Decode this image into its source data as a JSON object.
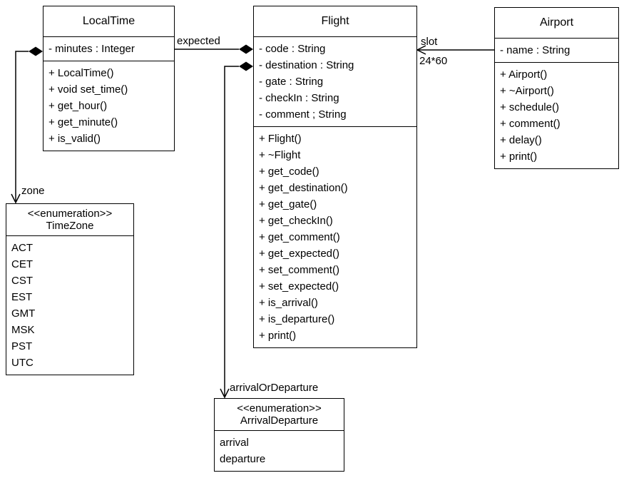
{
  "diagram": {
    "classes": {
      "localtime": {
        "title": "LocalTime",
        "attributes": [
          "- minutes : Integer"
        ],
        "methods": [
          "+ LocalTime()",
          "+ void set_time()",
          "+ get_hour()",
          "+ get_minute()",
          "+ is_valid()"
        ]
      },
      "flight": {
        "title": "Flight",
        "attributes": [
          "- code : String",
          "- destination : String",
          "- gate : String",
          "- checkIn : String",
          "- comment ; String"
        ],
        "methods": [
          "+ Flight()",
          "+ ~Flight",
          "+ get_code()",
          "+ get_destination()",
          "+ get_gate()",
          "+ get_checkIn()",
          "+ get_comment()",
          "+ get_expected()",
          "+ set_comment()",
          "+ set_expected()",
          "+ is_arrival()",
          "+ is_departure()",
          "+ print()"
        ]
      },
      "airport": {
        "title": "Airport",
        "attributes": [
          "- name : String"
        ],
        "methods": [
          "+ Airport()",
          "+ ~Airport()",
          "+ schedule()",
          "+ comment()",
          "+ delay()",
          "+ print()"
        ]
      },
      "timezone": {
        "stereotype": "<<enumeration>>",
        "title": "TimeZone",
        "values": [
          "ACT",
          "CET",
          "CST",
          "EST",
          "GMT",
          "MSK",
          "PST",
          "UTC"
        ]
      },
      "arrivaldeparture": {
        "stereotype": "<<enumeration>>",
        "title": "ArrivalDeparture",
        "values": [
          "arrival",
          "departure"
        ]
      }
    },
    "associations": {
      "expected_label": "expected",
      "zone_label": "zone",
      "slot_label": "slot",
      "slot_multiplicity": "24*60",
      "arrival_label": "arrivalOrDeparture"
    },
    "colors": {
      "line": "#000000",
      "background": "#ffffff",
      "box_fill": "#ffffff"
    }
  }
}
